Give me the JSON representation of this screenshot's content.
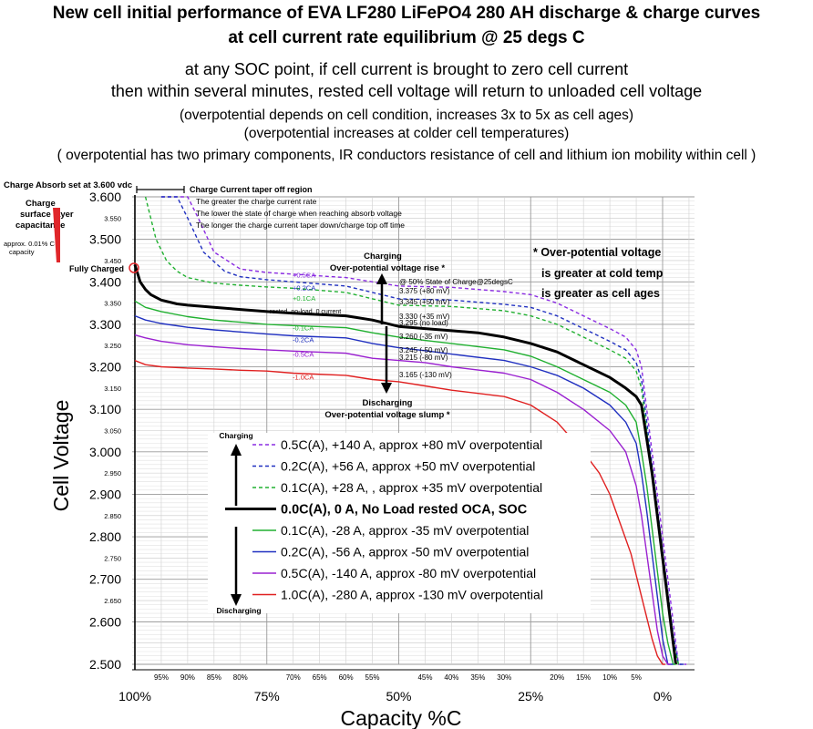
{
  "header": {
    "title_line1": "New cell initial performance of EVA LF280 LiFePO4 280 AH discharge & charge curves",
    "title_line2": "at cell current rate equilibrium @ 25 degs C",
    "line3": "at any SOC point, if cell current is brought to zero cell current",
    "line4": "then within several minutes, rested cell voltage will return to unloaded cell voltage",
    "line5": "(overpotential depends on cell condition, increases 3x to 5x as cell ages)",
    "line6": "(overpotential increases at colder cell temperatures)",
    "line7": "( overpotential has two primary components,  IR conductors resistance of cell and lithium ion mobility within cell )"
  },
  "annotations": {
    "absorb": "Charge Absorb set at 3.600 vdc",
    "taper_region": "Charge Current taper off region",
    "surface_layer_1": "Charge",
    "surface_layer_2": "surface layer",
    "surface_layer_3": "capacitance",
    "surface_note_1": "approx. 0.01% C",
    "surface_note_2": "capacity",
    "fully_charged": "Fully Charged",
    "taper_note_1": "The greater the charge current rate",
    "taper_note_2": "The lower the state of charge when reaching absorb voltage",
    "taper_note_3": "The longer the charge current taper down/charge top off time",
    "charging_rise_1": "Charging",
    "charging_rise_2": "Over-potential voltage rise *",
    "discharging_slump_1": "Discharging",
    "discharging_slump_2": "Over-potential voltage slump *",
    "note_1": "* Over-potential voltage",
    "note_2": "is greater at cold temp",
    "note_3": "is greater as cell ages",
    "rested_label": "rested, no-load, 0 current",
    "soc50_label": "@ 50% State of Charge@25degsC",
    "v_3375": "3.375 (+80 mV)",
    "v_3345": "3.345 (+50 mV)",
    "v_3330": "3.330 (+35 mV)",
    "v_3295": "3.295 (no load)",
    "v_3260": "3.260 (-35 mV)",
    "v_3245": "3.245 (-50 mV)",
    "v_3215": "3.215 (-80 mV)",
    "v_3165": "3.165 (-130 mV)",
    "legend_charging": "Charging",
    "legend_discharging": "Discharging"
  },
  "chart_data": {
    "type": "line",
    "xlabel": "Capacity  %C",
    "ylabel": "Cell Voltage",
    "x_reversed": true,
    "xlim": [
      100,
      -5
    ],
    "ylim": [
      2.5,
      3.6
    ],
    "x_major_ticks": [
      "100%",
      "75%",
      "50%",
      "25%",
      "0%"
    ],
    "x_minor_ticks": [
      "95%",
      "90%",
      "85%",
      "80%",
      "70%",
      "65%",
      "60%",
      "55%",
      "45%",
      "40%",
      "35%",
      "30%",
      "20%",
      "15%",
      "10%",
      "5%"
    ],
    "y_major_ticks": [
      "3.600",
      "3.500",
      "3.400",
      "3.300",
      "3.200",
      "3.100",
      "3.000",
      "2.900",
      "2.800",
      "2.700",
      "2.600",
      "2.500"
    ],
    "y_minor_ticks": [
      "3.550",
      "3.450",
      "3.350",
      "3.250",
      "3.150",
      "3.050",
      "2.950",
      "2.850",
      "2.750",
      "2.650"
    ],
    "grid": true,
    "series": [
      {
        "name": "+0.5CA",
        "legend": "0.5C(A), +140 A, approx  +80 mV overpotential",
        "color": "#8a2be2",
        "dashed": true,
        "x": [
          95,
          90,
          88,
          85,
          80,
          75,
          70,
          60,
          50,
          40,
          30,
          25,
          20,
          15,
          10,
          7,
          5,
          4,
          3,
          2,
          1,
          0,
          -1,
          -2,
          -3,
          -4.5
        ],
        "y": [
          3.6,
          3.6,
          3.55,
          3.47,
          3.43,
          3.422,
          3.418,
          3.41,
          3.39,
          3.387,
          3.377,
          3.37,
          3.35,
          3.32,
          3.29,
          3.27,
          3.24,
          3.2,
          3.1,
          3.0,
          2.9,
          2.8,
          2.7,
          2.6,
          2.5,
          2.5
        ]
      },
      {
        "name": "+0.2CA",
        "legend": "0.2C(A),   +56 A, approx  +50 mV overpotential",
        "color": "#2030c0",
        "dashed": true,
        "x": [
          95,
          92,
          90,
          87,
          83,
          80,
          75,
          70,
          60,
          50,
          40,
          30,
          25,
          20,
          15,
          10,
          7,
          5,
          4,
          3,
          2,
          1,
          0,
          -1,
          -2,
          -3,
          -4
        ],
        "y": [
          3.6,
          3.6,
          3.55,
          3.47,
          3.425,
          3.412,
          3.405,
          3.4,
          3.39,
          3.36,
          3.357,
          3.347,
          3.34,
          3.32,
          3.29,
          3.26,
          3.24,
          3.21,
          3.17,
          3.07,
          2.97,
          2.87,
          2.77,
          2.67,
          2.57,
          2.5,
          2.5
        ]
      },
      {
        "name": "+0.1CA",
        "legend": "0.1C(A),   +28 A, , approx +35 mV overpotential",
        "color": "#20b030",
        "dashed": true,
        "x": [
          98,
          97,
          96,
          94,
          92,
          90,
          85,
          80,
          75,
          70,
          60,
          50,
          40,
          30,
          25,
          20,
          15,
          10,
          7,
          5,
          4,
          3,
          2,
          1,
          0,
          -1,
          -2,
          -3,
          -3.5
        ],
        "y": [
          3.6,
          3.55,
          3.5,
          3.45,
          3.425,
          3.41,
          3.397,
          3.392,
          3.388,
          3.385,
          3.375,
          3.345,
          3.342,
          3.332,
          3.32,
          3.3,
          3.27,
          3.24,
          3.22,
          3.19,
          3.15,
          3.05,
          2.95,
          2.85,
          2.75,
          2.65,
          2.55,
          2.5,
          2.5
        ]
      },
      {
        "name": "0 CA rested",
        "legend": "0.0C(A),      0 A,  No Load rested OCA, SOC",
        "color": "#000000",
        "dashed": false,
        "bold": true,
        "x": [
          100,
          99,
          98,
          97,
          95,
          92,
          90,
          85,
          80,
          75,
          70,
          60,
          55,
          50,
          45,
          40,
          35,
          30,
          25,
          20,
          15,
          10,
          7,
          5,
          4,
          3,
          2,
          1,
          0,
          -1,
          -2,
          -2.5
        ],
        "y": [
          3.44,
          3.4,
          3.382,
          3.37,
          3.357,
          3.348,
          3.345,
          3.34,
          3.335,
          3.33,
          3.326,
          3.32,
          3.31,
          3.295,
          3.29,
          3.285,
          3.28,
          3.27,
          3.255,
          3.235,
          3.205,
          3.175,
          3.15,
          3.13,
          3.11,
          3.03,
          2.95,
          2.85,
          2.75,
          2.65,
          2.55,
          2.5
        ]
      },
      {
        "name": "-0.1CA",
        "legend": "0.1C(A),    -28 A, approx  -35 mV overpotential",
        "color": "#20b030",
        "dashed": false,
        "x": [
          100,
          98,
          95,
          90,
          85,
          80,
          75,
          70,
          60,
          55,
          50,
          45,
          40,
          30,
          25,
          20,
          15,
          10,
          7,
          5,
          4,
          3,
          2,
          1,
          0,
          -1,
          -2,
          -2.5
        ],
        "y": [
          3.355,
          3.34,
          3.33,
          3.318,
          3.31,
          3.305,
          3.3,
          3.297,
          3.292,
          3.28,
          3.27,
          3.262,
          3.255,
          3.24,
          3.225,
          3.2,
          3.17,
          3.14,
          3.11,
          3.07,
          3.0,
          2.92,
          2.82,
          2.72,
          2.62,
          2.55,
          2.5,
          2.5
        ]
      },
      {
        "name": "-0.2CA",
        "legend": "0.2C(A),    -56 A, approx  -50 mV overpotential",
        "color": "#2030c0",
        "dashed": false,
        "x": [
          100,
          98,
          95,
          90,
          85,
          80,
          75,
          70,
          60,
          55,
          50,
          45,
          40,
          30,
          25,
          20,
          15,
          10,
          7,
          5,
          4,
          3,
          2,
          1,
          0,
          -1,
          -2
        ],
        "y": [
          3.32,
          3.31,
          3.302,
          3.293,
          3.287,
          3.282,
          3.277,
          3.273,
          3.268,
          3.255,
          3.245,
          3.238,
          3.23,
          3.215,
          3.2,
          3.18,
          3.15,
          3.11,
          3.07,
          3.02,
          2.95,
          2.86,
          2.76,
          2.66,
          2.56,
          2.5,
          2.5
        ]
      },
      {
        "name": "-0.5CA",
        "legend": "0.5C(A),  -140 A, approx   -80 mV overpotential",
        "color": "#9a20d0",
        "dashed": false,
        "x": [
          100,
          98,
          95,
          90,
          85,
          80,
          75,
          70,
          60,
          55,
          50,
          45,
          40,
          30,
          25,
          20,
          15,
          10,
          7,
          5,
          4,
          3,
          2,
          1,
          0,
          -1,
          -1.5
        ],
        "y": [
          3.275,
          3.268,
          3.26,
          3.252,
          3.247,
          3.243,
          3.24,
          3.237,
          3.232,
          3.22,
          3.215,
          3.21,
          3.2,
          3.185,
          3.17,
          3.14,
          3.1,
          3.05,
          3.0,
          2.92,
          2.85,
          2.76,
          2.67,
          2.58,
          2.52,
          2.5,
          2.5
        ]
      },
      {
        "name": "-1.0CA",
        "legend": "1.0C(A),  -280 A, approx -130 mV overpotential",
        "color": "#e02020",
        "dashed": false,
        "x": [
          100,
          98,
          95,
          90,
          85,
          80,
          75,
          70,
          60,
          55,
          50,
          45,
          40,
          30,
          25,
          20,
          15,
          12,
          10,
          8,
          6,
          5,
          4,
          3,
          2,
          1,
          0,
          -0.5
        ],
        "y": [
          3.215,
          3.205,
          3.2,
          3.197,
          3.195,
          3.192,
          3.19,
          3.185,
          3.18,
          3.17,
          3.165,
          3.155,
          3.145,
          3.13,
          3.11,
          3.07,
          3.0,
          2.95,
          2.9,
          2.83,
          2.76,
          2.71,
          2.66,
          2.61,
          2.56,
          2.52,
          2.5,
          2.5
        ]
      }
    ]
  }
}
